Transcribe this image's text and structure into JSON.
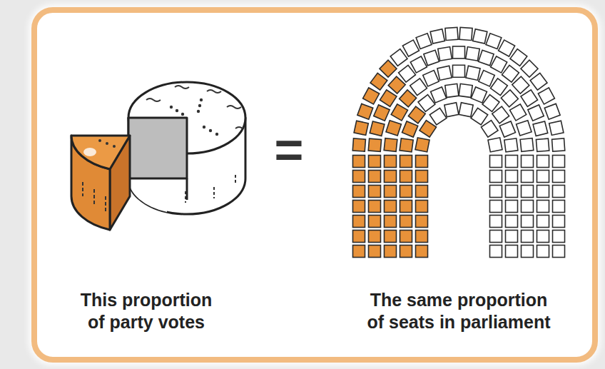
{
  "diagram": {
    "labels": [
      "This proportion of party votes",
      "=",
      "The same proportion of seats in parliament"
    ]
  }
}
